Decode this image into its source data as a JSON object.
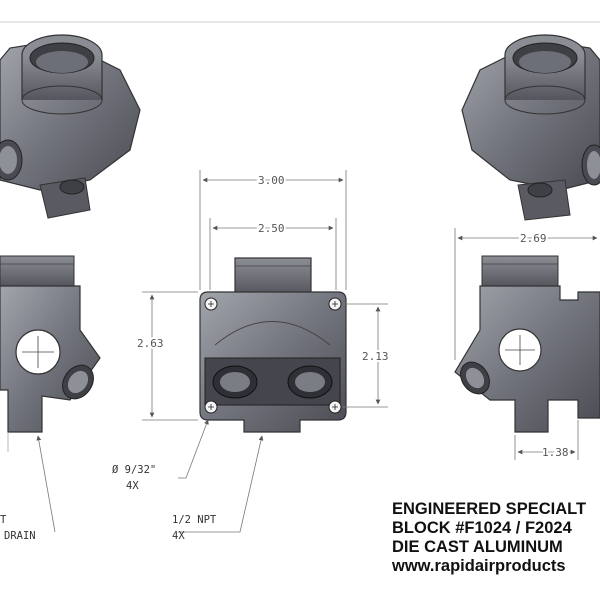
{
  "drawing": {
    "dimensions": {
      "front_overall_width": "3.00",
      "front_body_width": "2.50",
      "front_overall_height": "2.63",
      "front_mount_hole_spacing": "2.13",
      "side_overall_depth": "2.69",
      "side_mount_offset": "1.38"
    },
    "callouts": {
      "mount_hole_size": "Ø 9/32\"",
      "mount_hole_qty": "4X",
      "port_size": "1/2 NPT",
      "port_qty": "4X",
      "drain_label": "DRAIN",
      "drain_prefix": "T"
    }
  },
  "title_block": {
    "line1": "ENGINEERED SPECIALT",
    "line2": "BLOCK #F1024 / F2024",
    "line3": "DIE CAST ALUMINUM",
    "line4": "www.rapidairproducts"
  },
  "colors": {
    "body": "#6e7079",
    "body_light": "#9a9ca4",
    "body_dark": "#43444b",
    "dimension_line": "#666666"
  }
}
